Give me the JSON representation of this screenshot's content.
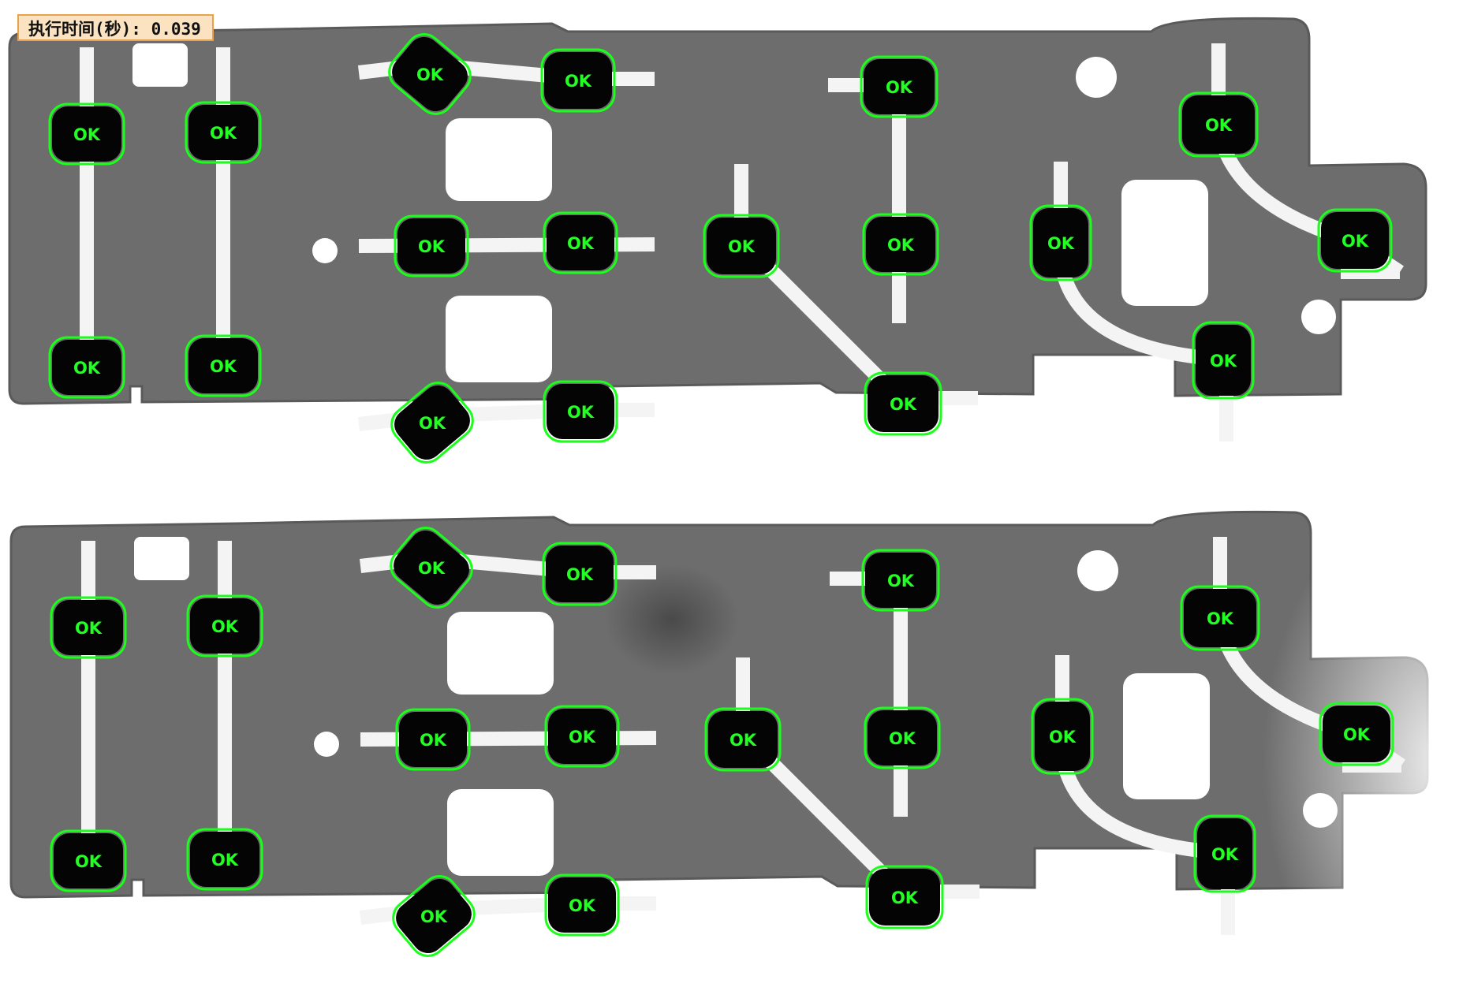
{
  "timer": {
    "label": "执行时间(秒): 0.039"
  },
  "status_label": "OK",
  "colors": {
    "background": "#ffffff",
    "plate": "#6d6d6d",
    "plate_edge": "#5a5a5a",
    "trace": "#f4f4f4",
    "pad": "#040404",
    "contour": "#19ff19",
    "ok_text": "#22ff22",
    "label_bg": "#fbe3c2",
    "label_border": "#e8a14e"
  },
  "boards": [
    {
      "name": "top-board",
      "pads": [
        "OK",
        "OK",
        "OK",
        "OK",
        "OK",
        "OK",
        "OK",
        "OK",
        "OK",
        "OK",
        "OK",
        "OK",
        "OK",
        "OK",
        "OK",
        "OK",
        "OK",
        "OK",
        "OK",
        "OK",
        "OK",
        "OK"
      ]
    },
    {
      "name": "bottom-board",
      "pads": [
        "OK",
        "OK",
        "OK",
        "OK",
        "OK",
        "OK",
        "OK",
        "OK",
        "OK",
        "OK",
        "OK",
        "OK",
        "OK",
        "OK",
        "OK",
        "OK",
        "OK",
        "OK",
        "OK",
        "OK",
        "OK",
        "OK"
      ]
    }
  ]
}
